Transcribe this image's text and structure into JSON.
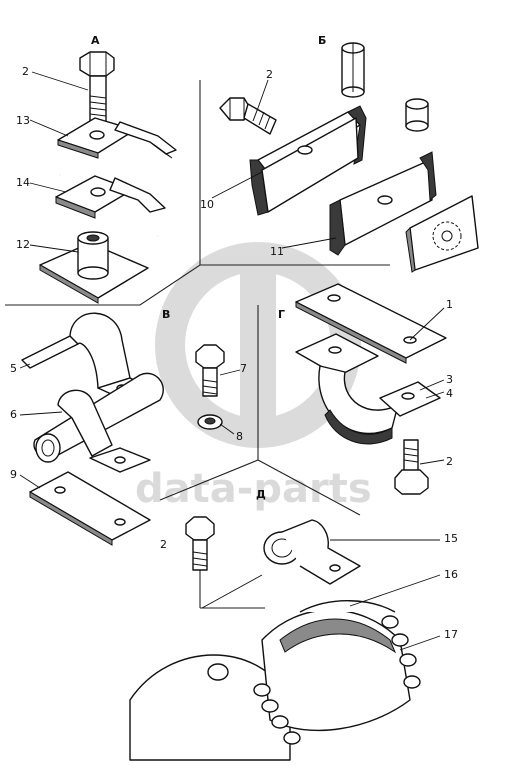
{
  "sections": {
    "A": "А",
    "B": "Б",
    "V": "В",
    "G": "Г",
    "D": "Д"
  },
  "labels": {
    "a_2": "2",
    "a_13": "13",
    "a_14": "14",
    "a_12": "12",
    "b_2": "2",
    "b_10": "10",
    "b_11": "11",
    "v_5": "5",
    "v_6": "6",
    "v_7": "7",
    "v_8": "8",
    "v_9": "9",
    "g_1": "1",
    "g_3": "3",
    "g_4": "4",
    "g_2": "2",
    "d_2": "2",
    "d_15": "15",
    "d_16": "16",
    "d_17": "17"
  },
  "watermark": {
    "text": "data-parts"
  }
}
